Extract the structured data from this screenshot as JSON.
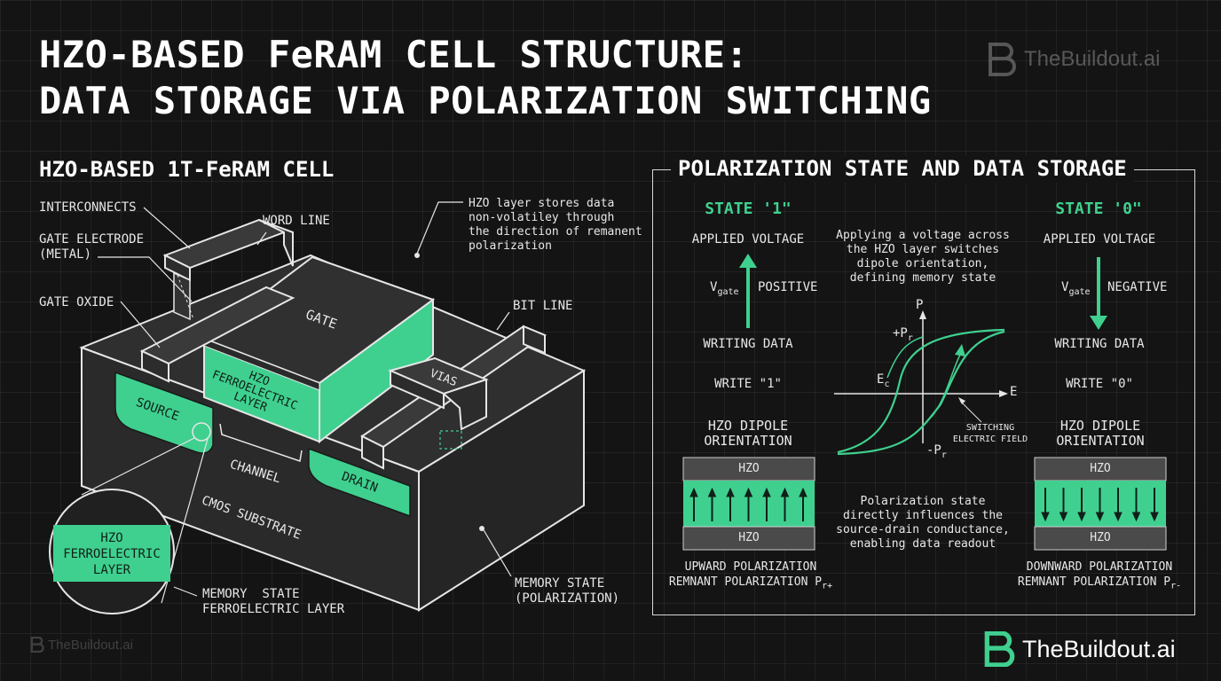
{
  "title": {
    "line1": "HZO-BASED FeRAM CELL STRUCTURE:",
    "line2": "DATA STORAGE VIA POLARIZATION SWITCHING"
  },
  "brand": {
    "name": "TheBuildout.ai",
    "accent": "#3fd08f"
  },
  "cell": {
    "heading": "HZO-BASED 1T-FeRAM CELL",
    "labels": {
      "interconnects": "INTERCONNECTS",
      "gate_electrode": [
        "GATE ELECTRODE",
        "(METAL)"
      ],
      "gate_oxide": "GATE OXIDE",
      "word_line": "WORD LINE",
      "bit_line": "BIT LINE",
      "gate": "GATE",
      "hzo_layer": [
        "HZO",
        "FERROELECTRIC",
        "LAYER"
      ],
      "vias": "VIAS",
      "source": "SOURCE",
      "drain": "DRAIN",
      "channel": "CHANNEL",
      "substrate": "CMOS SUBSTRATE",
      "memory_state_polarization": [
        "MEMORY STATE",
        "(POLARIZATION)"
      ],
      "memory_state_layer": [
        "MEMORY  STATE",
        "FERROELECTRIC LAYER"
      ],
      "zoom_hzo": [
        "HZO",
        "FERROELECTRIC",
        "LAYER"
      ]
    },
    "hzo_note": [
      "HZO layer stores data",
      "non-volatiley through",
      "the direction of remanent",
      "polarization"
    ]
  },
  "panel": {
    "heading": "POLARIZATION STATE AND DATA STORAGE",
    "center_note_top": [
      "Applying a voltage across",
      "the HZO layer switches",
      "dipole orientation,",
      "defining memory state"
    ],
    "center_note_bottom": [
      "Polarization state",
      "directly influences the",
      "source-drain conductance,",
      "enabling data readout"
    ],
    "state1": {
      "title": "STATE '1\"",
      "applied": "APPLIED VOLTAGE",
      "v": "V",
      "v_sub": "gate",
      "polarity": "POSITIVE",
      "writing": "WRITING DATA",
      "write": "WRITE \"1\"",
      "dipole": [
        "HZO DIPOLE",
        "ORIENTATION"
      ],
      "hzo": "HZO",
      "caption": [
        "UPWARD POLARIZATION",
        "REMNANT POLARIZATION P"
      ],
      "caption_sub": "r+"
    },
    "state0": {
      "title": "STATE '0\"",
      "applied": "APPLIED VOLTAGE",
      "v": "V",
      "v_sub": "gate",
      "polarity": "NEGATIVE",
      "writing": "WRITING DATA",
      "write": "WRITE \"0\"",
      "dipole": [
        "HZO DIPOLE",
        "ORIENTATION"
      ],
      "hzo": "HZO",
      "caption": [
        "DOWNWARD POLARIZATION",
        "REMNANT POLARIZATION P"
      ],
      "caption_sub": "r-"
    },
    "loop": {
      "p_axis": "P",
      "e_axis": "E",
      "pr_pos": "+P",
      "pr_neg": "-P",
      "pr_sub": "r",
      "ec": "E",
      "ec_sub": "c",
      "switching": [
        "SWITCHING",
        "ELECTRIC FIELD"
      ]
    }
  }
}
